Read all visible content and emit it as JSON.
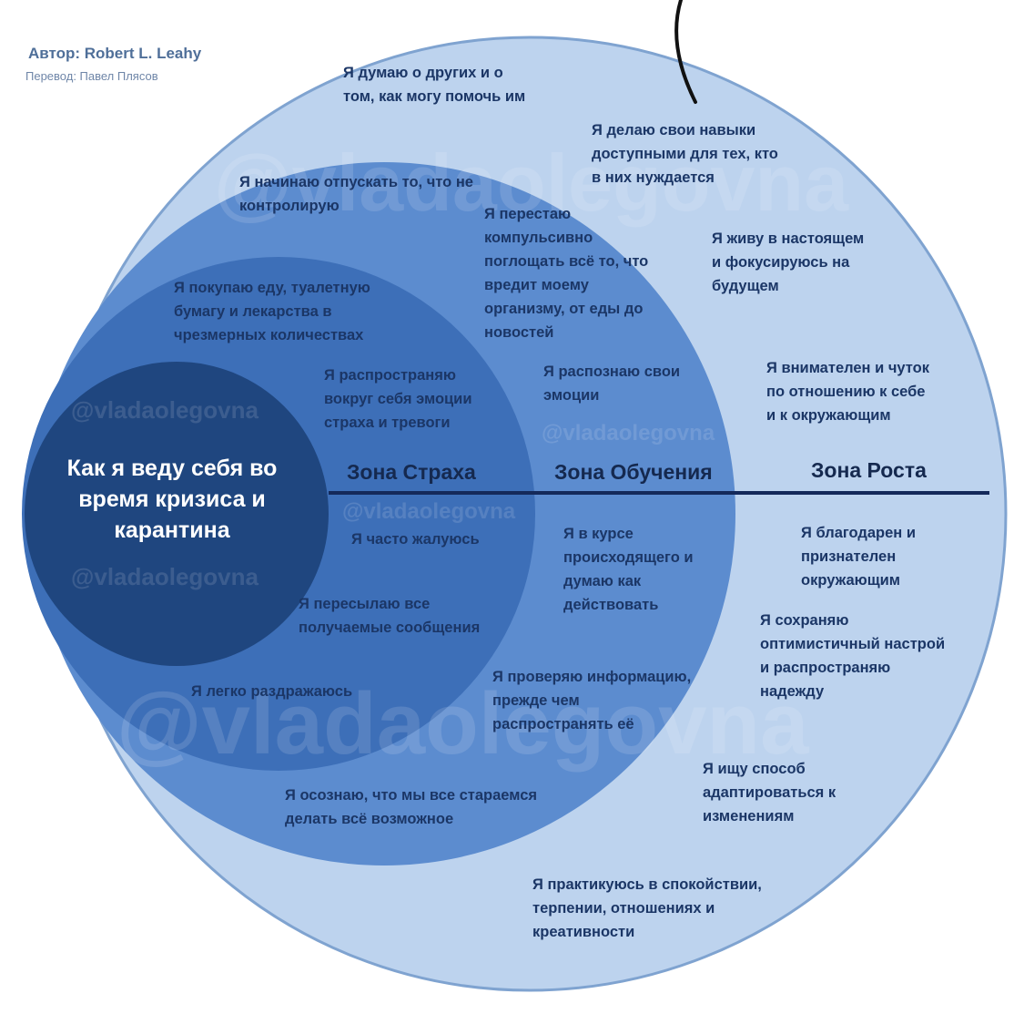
{
  "header": {
    "author": "Автор: Robert L. Leahy",
    "translator": "Перевод: Павел Плясов"
  },
  "center": {
    "title": "Как я веду себя во\nвремя кризиса и\nкарантина"
  },
  "zones": {
    "fear": "Зона Страха",
    "learning": "Зона Обучения",
    "growth": "Зона Роста"
  },
  "statements": {
    "fear": {
      "buy": "Я покупаю еду, туалетную\nбумагу и лекарства в\nчрезмерных количествах",
      "spread_fear": "Я распространяю\nвокруг себя эмоции\nстраха и тревоги",
      "complain": "Я часто жалуюсь",
      "forward": "Я пересылаю все\nполучаемые сообщения",
      "irritated": "Я легко раздражаюсь"
    },
    "learning": {
      "let_go": "Я начинаю отпускать то, что не\nконтролирую",
      "stop_consuming": "Я перестаю\nкомпульсивно\nпоглощать всё то, что\nвредит моему\nорганизму, от еды до\nновостей",
      "recognize": "Я распознаю свои\nэмоции",
      "informed": "Я в курсе\nпроисходящего и\nдумаю как\nдействовать",
      "check": "Я проверяю информацию,\nпрежде чем\nраспространять её",
      "realize": "Я осознаю, что мы все стараемся\nделать всё возможное"
    },
    "growth": {
      "others": "Я думаю о других и о\nтом, как могу помочь им",
      "skills": "Я делаю свои навыки\nдоступными для тех, кто\nв них нуждается",
      "present": "Я живу в настоящем\nи фокусируюсь на\nбудущем",
      "attentive": "Я внимателен и чуток\nпо отношению к себе\nи к окружающим",
      "grateful": "Я благодарен и\nпризнателен\nокружающим",
      "optimistic": "Я сохраняю\nоптимистичный настрой\nи распространяю\nнадежду",
      "adapt": "Я ищу способ\nадаптироваться к\nизменениям",
      "practice": "Я практикуюсь в спокойствии,\nтерпении, отношениях и\nкреативности"
    }
  },
  "watermark": "@vladaolegovna",
  "colors": {
    "growth_fill": "#bdd3ee",
    "learning_fill": "#5c8ccf",
    "fear_fill": "#3d6fb8",
    "center_fill": "#1f467f",
    "divider": "#14295a",
    "text": "#1b3666"
  }
}
